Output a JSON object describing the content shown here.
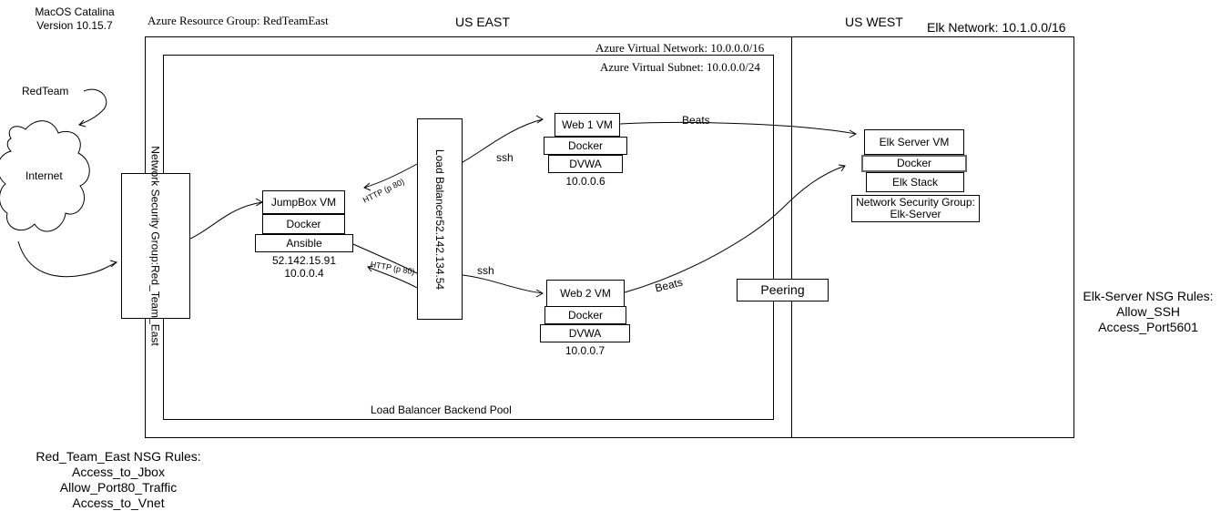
{
  "os": {
    "name": "MacOS Catalina",
    "version": "Version 10.15.7"
  },
  "regions": {
    "resource_group": "Azure Resource Group: RedTeamEast",
    "us_east": "US EAST",
    "us_west": "US WEST",
    "elk_network": "Elk Network: 10.1.0.0/16",
    "vnet": "Azure Virtual Network: 10.0.0.0/16",
    "subnet": "Azure Virtual Subnet: 10.0.0.0/24",
    "backend_pool": "Load Balancer Backend Pool"
  },
  "redteam": {
    "label": "RedTeam",
    "internet": "Internet"
  },
  "nsg": {
    "line1": "Network Security Group:",
    "line2": "Red_Team_East"
  },
  "jumpbox": {
    "name": "JumpBox VM",
    "docker": "Docker",
    "ansible": "Ansible",
    "ip_public": "52.142.15.91",
    "ip_private": "10.0.0.4"
  },
  "load_balancer": {
    "line1": "Load Balancer",
    "line2": "52.142.134.54"
  },
  "web1": {
    "name": "Web 1 VM",
    "docker": "Docker",
    "app": "DVWA",
    "ip": "10.0.0.6"
  },
  "web2": {
    "name": "Web 2 VM",
    "docker": "Docker",
    "app": "DVWA",
    "ip": "10.0.0.7"
  },
  "elk": {
    "name": "Elk Server VM",
    "docker": "Docker",
    "stack": "Elk Stack",
    "nsg_line1": "Network Security Group:",
    "nsg_line2": "Elk-Server"
  },
  "peering": "Peering",
  "edge_labels": {
    "http_1": "HTTP (p 80)",
    "http_2": "HTTP (p 80)",
    "ssh_1": "ssh",
    "ssh_2": "ssh",
    "beats_1": "Beats",
    "beats_2": "Beats"
  },
  "elk_rules": {
    "title": "Elk-Server NSG Rules:",
    "items": [
      "Allow_SSH",
      "Access_Port5601"
    ]
  },
  "red_rules": {
    "title": "Red_Team_East NSG Rules:",
    "items": [
      "Access_to_Jbox",
      "Allow_Port80_Traffic",
      "Access_to_Vnet"
    ]
  }
}
